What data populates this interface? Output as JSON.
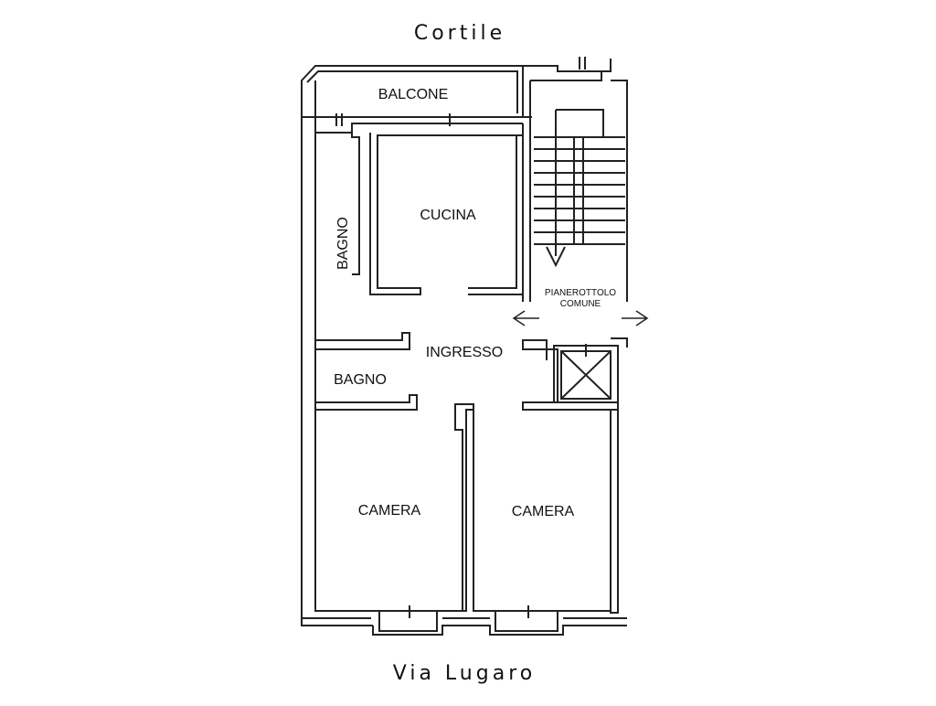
{
  "streets": {
    "top": "Cortile",
    "bottom": "Via Lugaro"
  },
  "rooms": {
    "balcone": "BALCONE",
    "cucina": "CUCINA",
    "bagno_1": "BAGNO",
    "bagno_2": "BAGNO",
    "ingresso": "INGRESSO",
    "camera_left": "CAMERA",
    "camera_right": "CAMERA",
    "landing_line1": "PIANEROTTOLO",
    "landing_line2": "COMUNE"
  },
  "colors": {
    "wall": "#222222",
    "background": "#ffffff"
  }
}
